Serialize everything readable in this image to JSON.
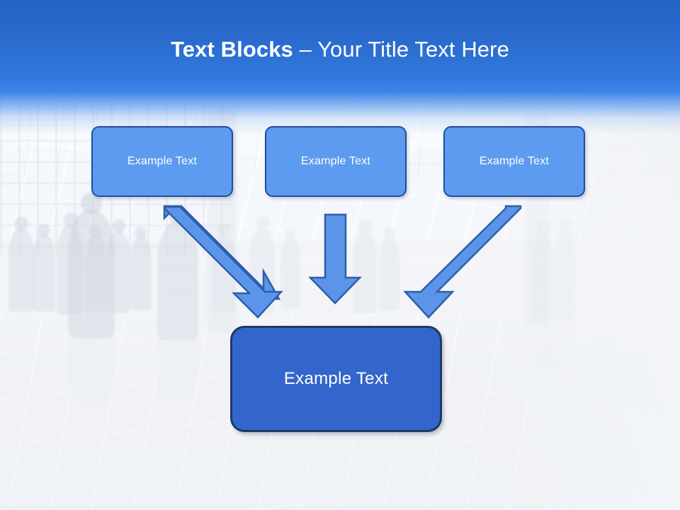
{
  "slide": {
    "title_strong": "Text Blocks",
    "title_separator": " – ",
    "title_rest": "Your Title Text Here",
    "background_description": "airport terminal with silhouetted travellers, washed out"
  },
  "theme": {
    "header_top_color": "#2463c4",
    "header_bottom_color": "#3c84ea",
    "top_box_fill": "#5d9bf0",
    "top_box_border": "#1f4e9c",
    "result_box_fill": "#3366cc",
    "result_box_border": "#203864",
    "arrow_fill": "#5b94e8",
    "arrow_stroke": "#2e5fa8",
    "text_color": "#ffffff",
    "background_base": "#dfe4ec"
  },
  "top_boxes": [
    {
      "label": "Example Text",
      "name": "text-block-1"
    },
    {
      "label": "Example Text",
      "name": "text-block-2"
    },
    {
      "label": "Example Text",
      "name": "text-block-3"
    }
  ],
  "result_box": {
    "label": "Example Text"
  },
  "arrows": [
    {
      "name": "arrow-down-right",
      "direction": "down-right",
      "from_box": 1,
      "to_box": "result"
    },
    {
      "name": "arrow-down",
      "direction": "down",
      "from_box": 2,
      "to_box": "result"
    },
    {
      "name": "arrow-down-left",
      "direction": "down-left",
      "from_box": 3,
      "to_box": "result"
    }
  ]
}
